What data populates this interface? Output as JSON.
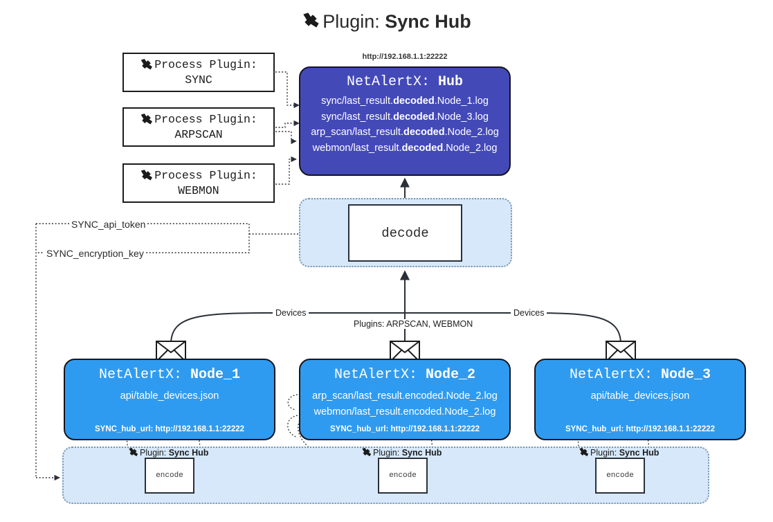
{
  "title": {
    "prefix": "Plugin:",
    "name": "Sync Hub",
    "icon": "plug-icon"
  },
  "process_plugins": [
    {
      "label": "Process Plugin:",
      "name": "SYNC"
    },
    {
      "label": "Process Plugin:",
      "name": "ARPSCAN"
    },
    {
      "label": "Process Plugin:",
      "name": "WEBMON"
    }
  ],
  "hub": {
    "url": "http://192.168.1.1:22222",
    "title_prefix": "NetAlertX:",
    "title_name": "Hub",
    "lines": [
      {
        "pre": "sync/last_result.",
        "mid": "decoded",
        "post": ".Node_1.log"
      },
      {
        "pre": "sync/last_result.",
        "mid": "decoded",
        "post": ".Node_3.log"
      },
      {
        "pre": "arp_scan/last_result.",
        "mid": "decoded",
        "post": ".Node_2.log"
      },
      {
        "pre": "webmon/last_result.",
        "mid": "decoded",
        "post": ".Node_2.log"
      }
    ]
  },
  "decode": {
    "label": "decode"
  },
  "tokens": [
    {
      "label": "SYNC_api_token"
    },
    {
      "label": "SYNC_encryption_key"
    }
  ],
  "edge_labels": {
    "devices_left": "Devices",
    "devices_right": "Devices",
    "plugins_center": "Plugins: ARPSCAN, WEBMON"
  },
  "nodes": [
    {
      "title_prefix": "NetAlertX:",
      "title_name": "Node_1",
      "lines": [
        "api/table_devices.json"
      ],
      "footer": "SYNC_hub_url: http://192.168.1.1:22222"
    },
    {
      "title_prefix": "NetAlertX:",
      "title_name": "Node_2",
      "lines": [
        "arp_scan/last_result.encoded.Node_2.log",
        "webmon/last_result.encoded.Node_2.log"
      ],
      "footer": "SYNC_hub_url: http://192.168.1.1:22222"
    },
    {
      "title_prefix": "NetAlertX:",
      "title_name": "Node_3",
      "lines": [
        "api/table_devices.json"
      ],
      "footer": "SYNC_hub_url: http://192.168.1.1:22222"
    }
  ],
  "encoders": [
    {
      "plugin_prefix": "Plugin:",
      "plugin_name": "Sync Hub",
      "label": "encode"
    },
    {
      "plugin_prefix": "Plugin:",
      "plugin_name": "Sync Hub",
      "label": "encode"
    },
    {
      "plugin_prefix": "Plugin:",
      "plugin_name": "Sync Hub",
      "label": "encode"
    }
  ],
  "colors": {
    "hub": "#4449b8",
    "node": "#2f9bf0",
    "group": "#d6e8fa",
    "group_border": "#7796ad",
    "line": "#2b3038"
  }
}
